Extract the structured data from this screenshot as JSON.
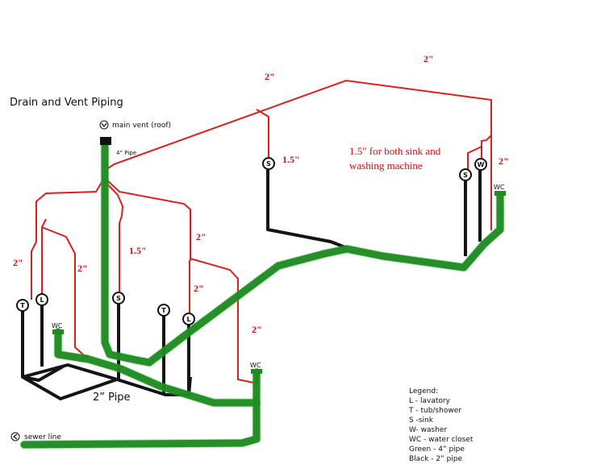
{
  "title": "Drain and Vent Piping",
  "main_vent_label": "main vent (roof)",
  "four_inch_pipe_label": "4” Pipe",
  "two_inch_pipe_label": "2” Pipe",
  "sewer_line_label": "sewer line",
  "note": {
    "line1": "1.5\" for both sink and",
    "line2": "washing machine"
  },
  "size_labels": {
    "roof_left": "2\"",
    "roof_right": "2\"",
    "sink_vent": "1.5\"",
    "right_wc_vent": "2\"",
    "left_outer": "2\"",
    "left_inner": "2\"",
    "center": "1.5\"",
    "right_upper": "2\"",
    "right_mid": "2\"",
    "right_lower": "2\""
  },
  "fixtures": {
    "t1": "T",
    "l1": "L",
    "s_center": "S",
    "t2": "T",
    "l2": "L",
    "s_right": "S",
    "w_right": "W",
    "s_upper": "S"
  },
  "wc_labels": {
    "left": "WC",
    "center": "WC",
    "right": "WC"
  },
  "legend": {
    "title": "Legend:",
    "items": [
      "L - lavatory",
      "T - tub/shower",
      "S -sink",
      "W- washer",
      "WC - water closet",
      "Green - 4” pipe",
      "Black - 2” pipe"
    ]
  },
  "colors": {
    "vent": "#dd1f1f",
    "four_inch": "#1f8a22",
    "two_inch": "#141414",
    "label_red": "#cc1111"
  }
}
